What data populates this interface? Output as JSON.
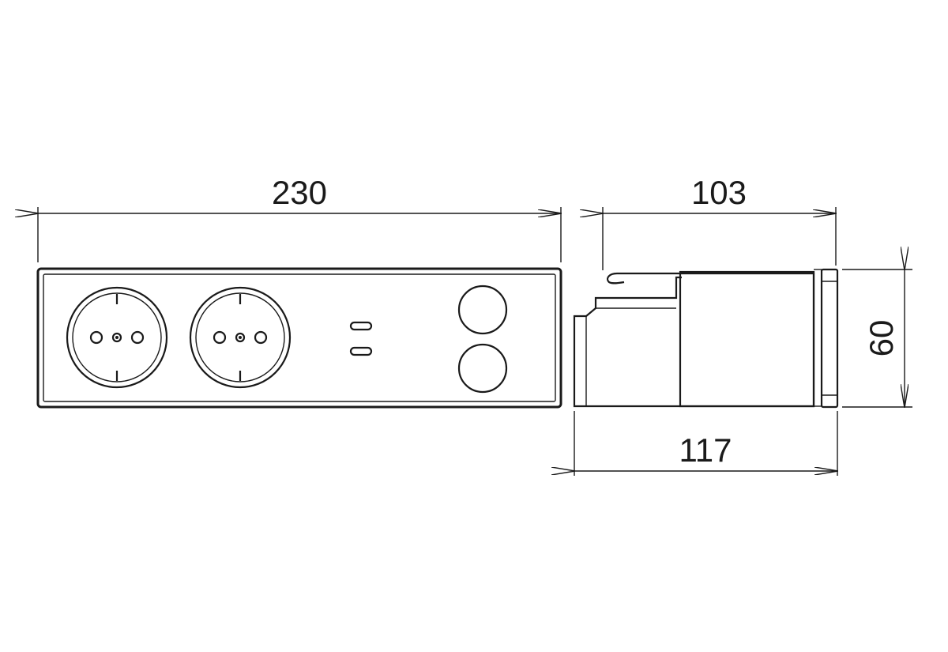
{
  "drawing": {
    "colors": {
      "line": "#1a1a1a",
      "background": "#ffffff"
    },
    "dimensions": {
      "front_width": "230",
      "side_top_depth": "103",
      "side_bottom_depth": "117",
      "height": "60"
    },
    "front_view": {
      "sockets": 2,
      "usb_ports": 2,
      "round_buttons": 2
    }
  }
}
